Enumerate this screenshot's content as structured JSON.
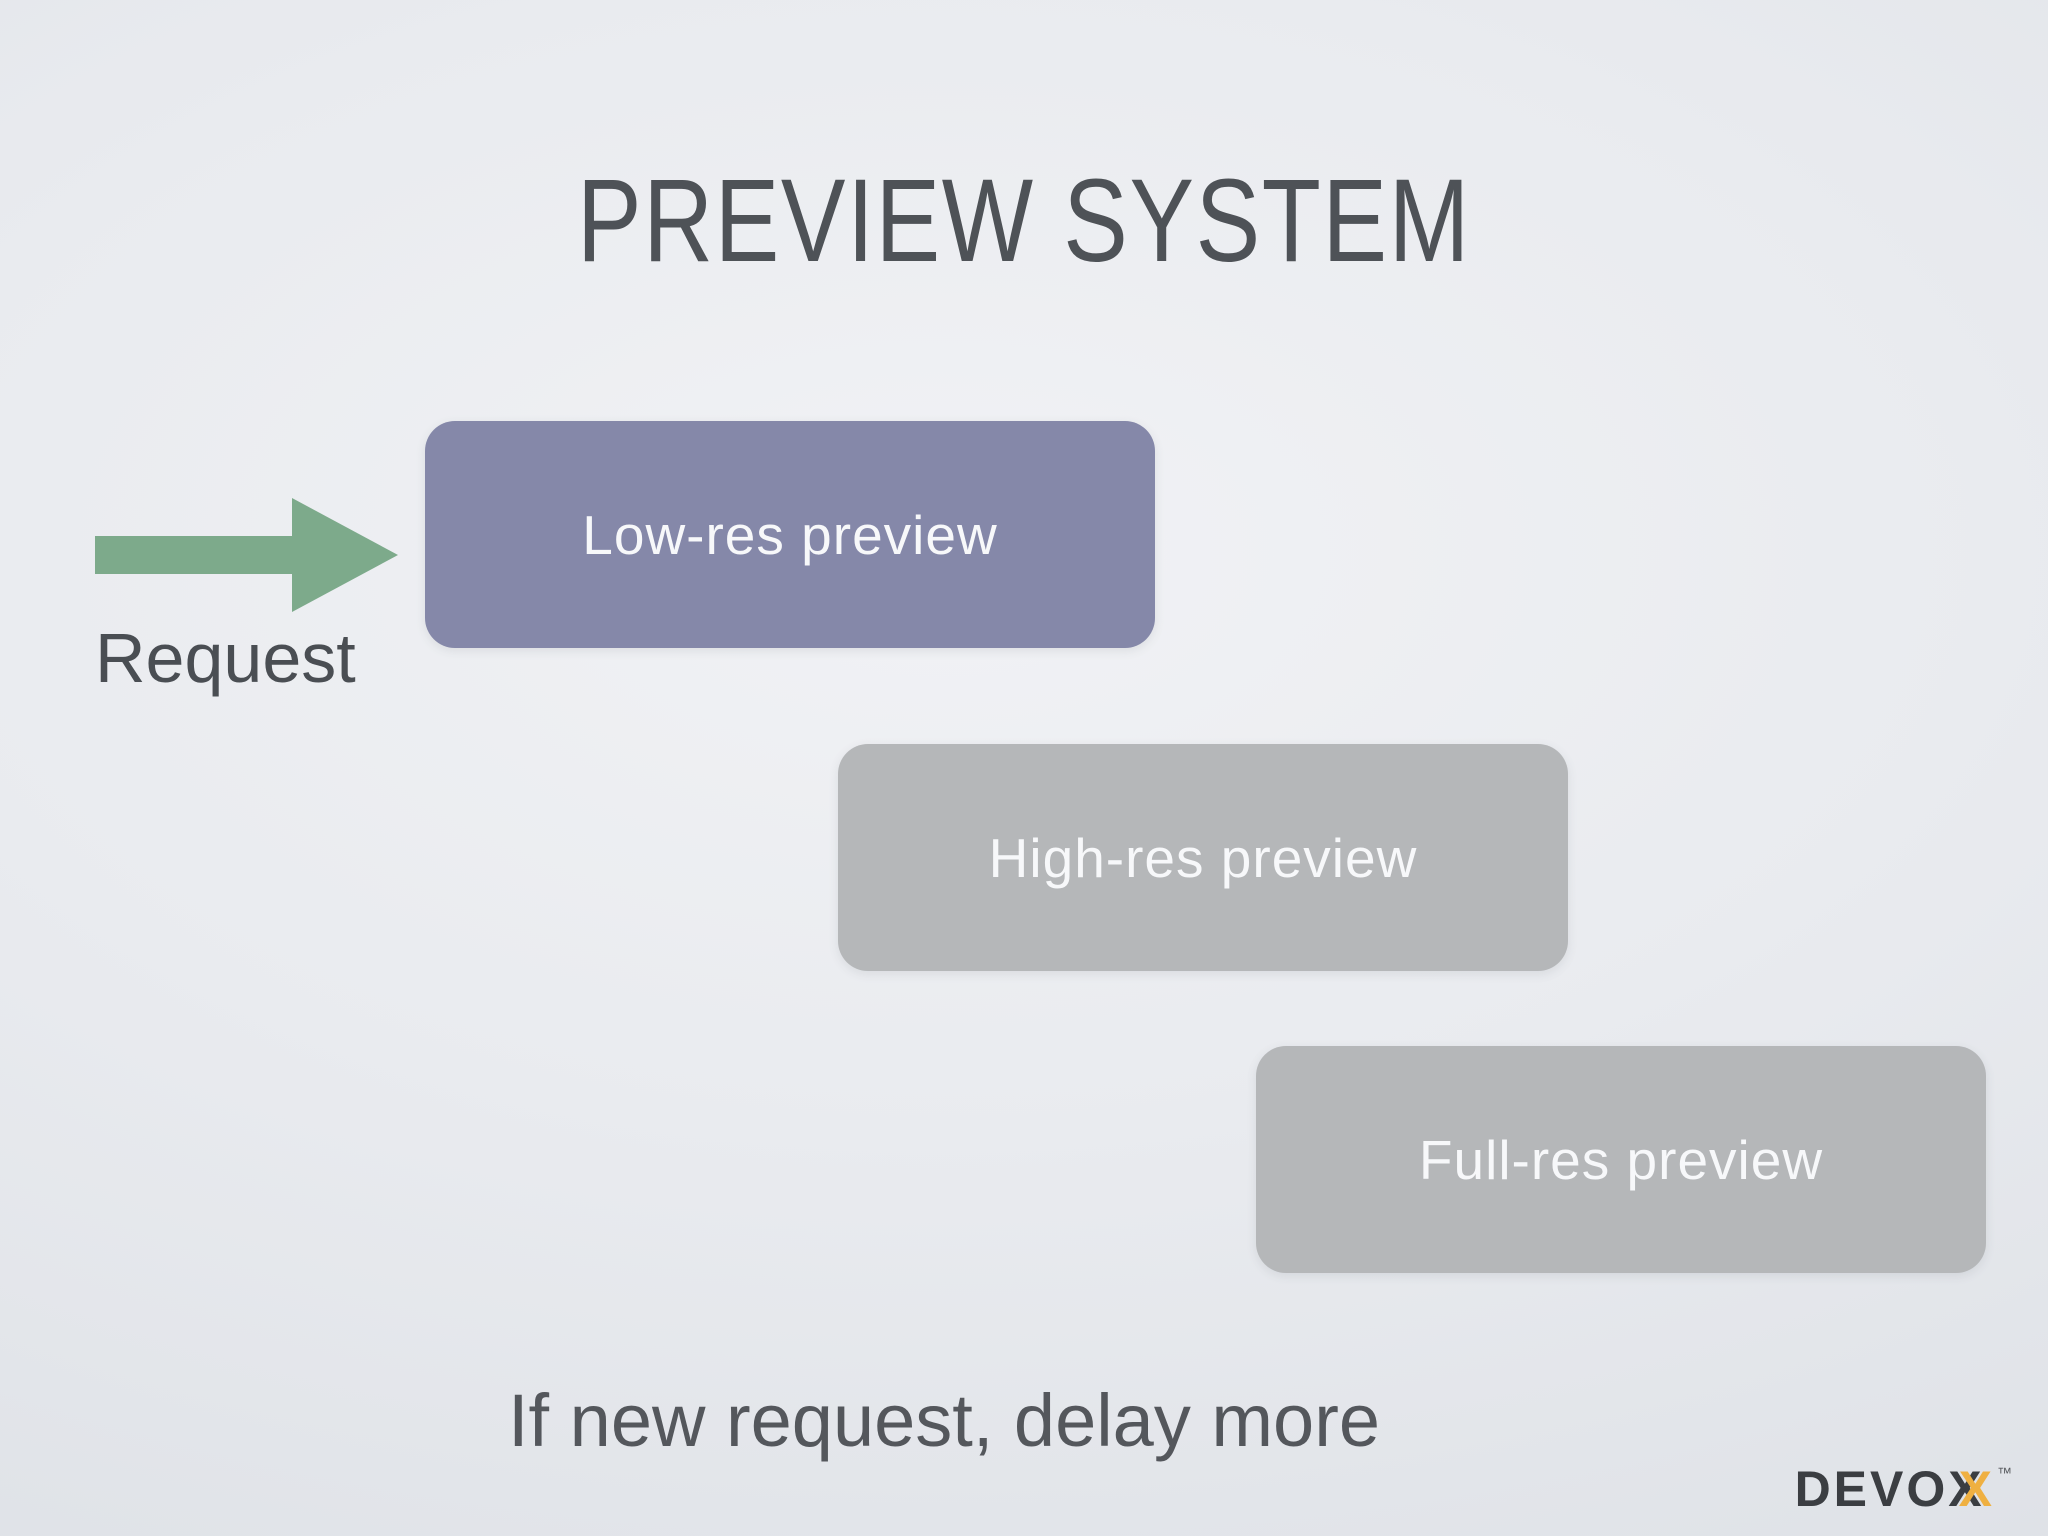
{
  "slide": {
    "title": "PREVIEW SYSTEM",
    "request_label": "Request",
    "arrow_color": "#7daa8b",
    "boxes": [
      {
        "id": "low-res",
        "label": "Low-res preview",
        "color": "#8588a9"
      },
      {
        "id": "high-res",
        "label": "High-res preview",
        "color": "#b5b7b9"
      },
      {
        "id": "full-res",
        "label": "Full-res preview",
        "color": "#b5b7b9"
      }
    ],
    "footnote": "If new request, delay more",
    "logo": {
      "text_dark": "DEVOX",
      "text_accent": "X",
      "trademark": "™",
      "dark_color": "#3b3e42",
      "accent_color": "#efb041"
    }
  }
}
